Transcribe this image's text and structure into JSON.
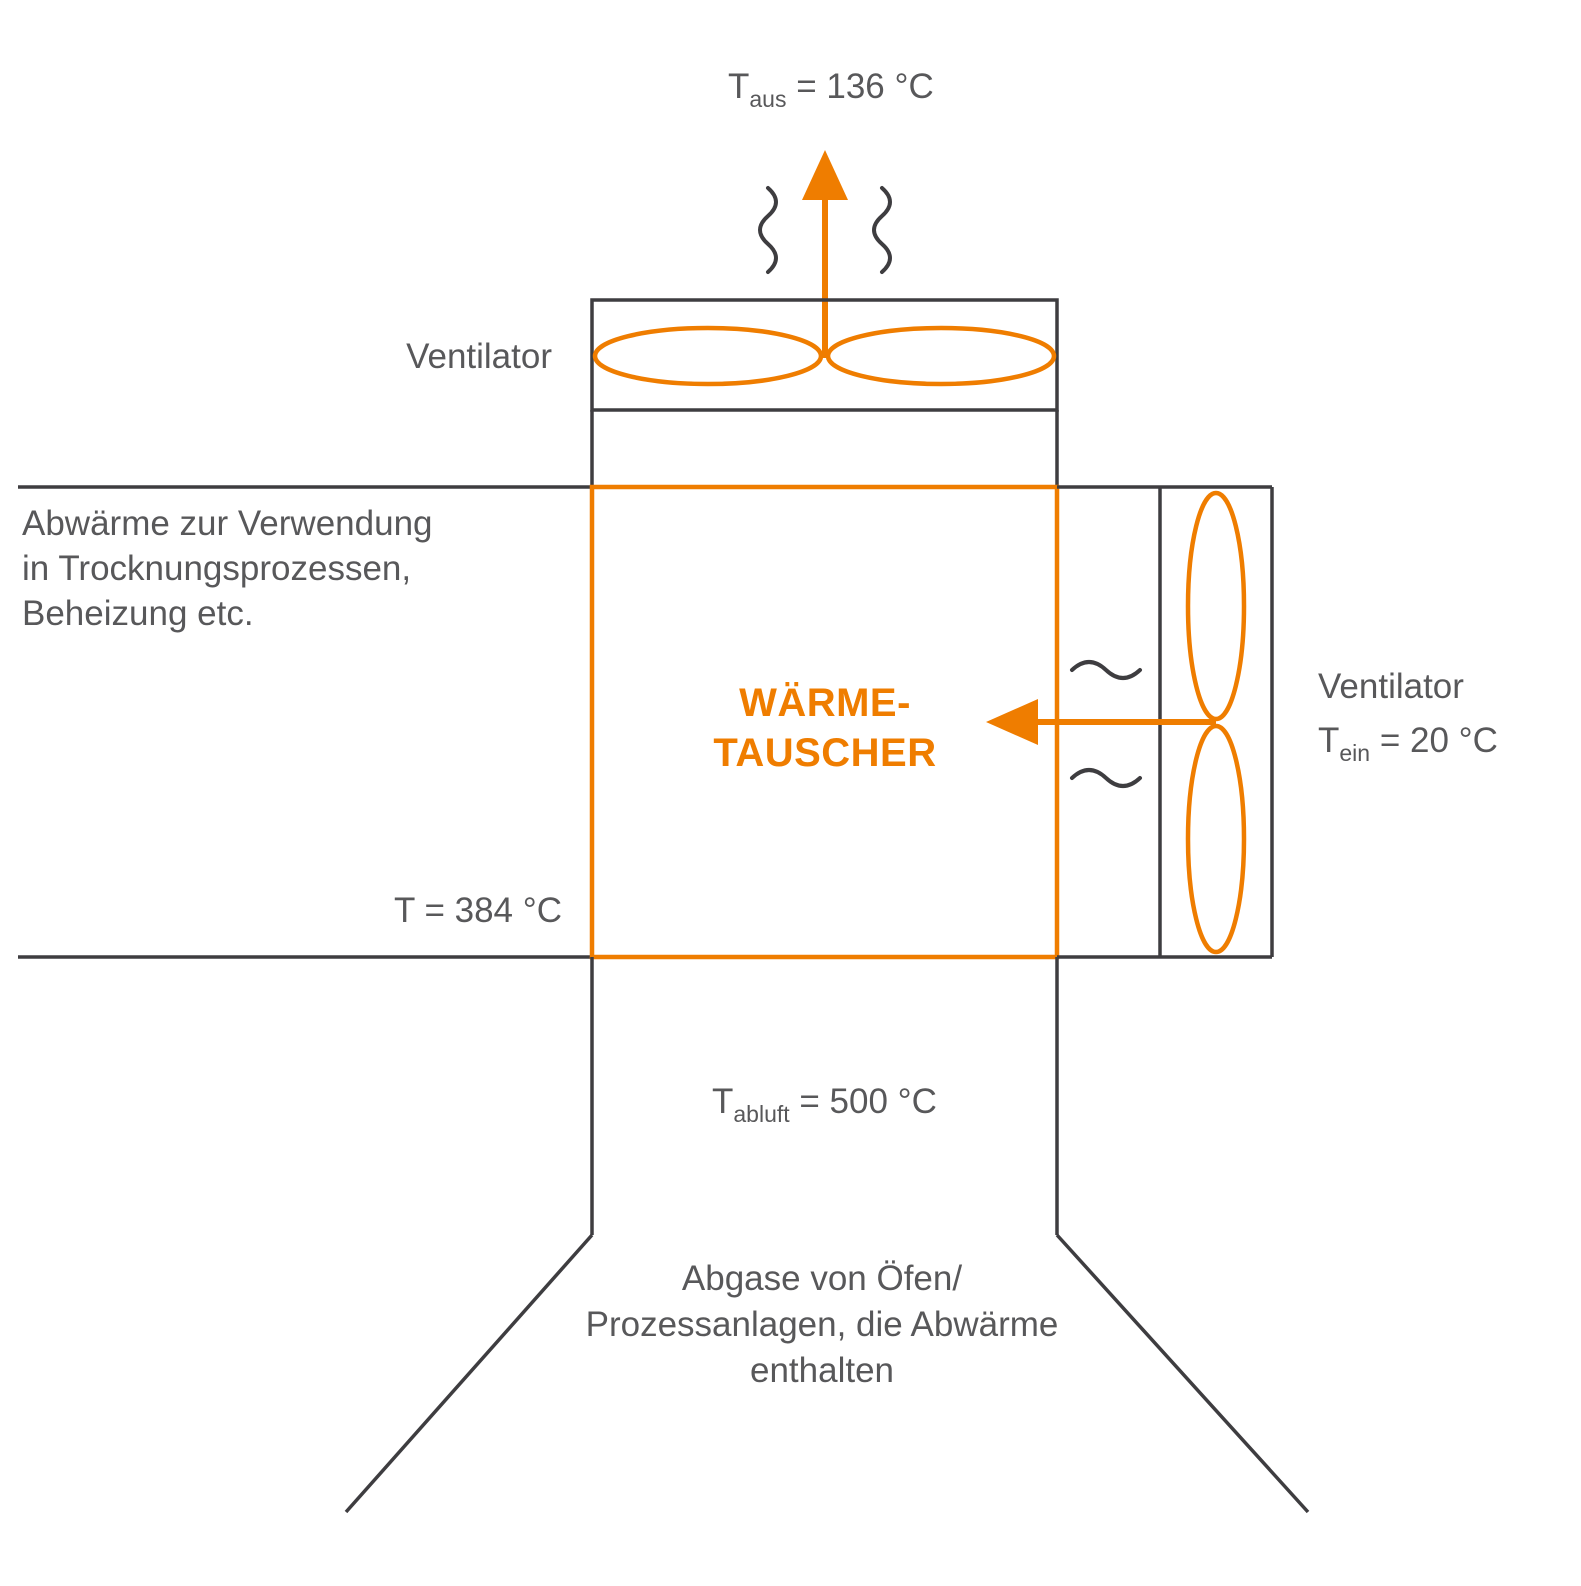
{
  "colors": {
    "accent_orange": "#EF7D00",
    "line_gray": "#3E3D40",
    "text_gray": "#58585A"
  },
  "top_fan": {
    "label": "Ventilator",
    "t_aus_prefix": "T",
    "t_aus_sub": "aus",
    "t_aus_rest": " = 136 °C"
  },
  "left_duct": {
    "line1": "Abwärme zur Verwendung",
    "line2": "in Trocknungsprozessen,",
    "line3": "Beheizung etc.",
    "temperature": "T = 384 °C"
  },
  "heat_exchanger": {
    "label_line1": "WÄRME-",
    "label_line2": "TAUSCHER"
  },
  "right_fan": {
    "label": "Ventilator",
    "t_ein_prefix": "T",
    "t_ein_sub": "ein",
    "t_ein_rest": " = 20 °C"
  },
  "bottom_duct": {
    "t_abluft_prefix": "T",
    "t_abluft_sub": "abluft",
    "t_abluft_rest": " = 500 °C",
    "caption_line1": "Abgase von Öfen/",
    "caption_line2": "Prozessanlagen, die Abwärme",
    "caption_line3": "enthalten"
  }
}
